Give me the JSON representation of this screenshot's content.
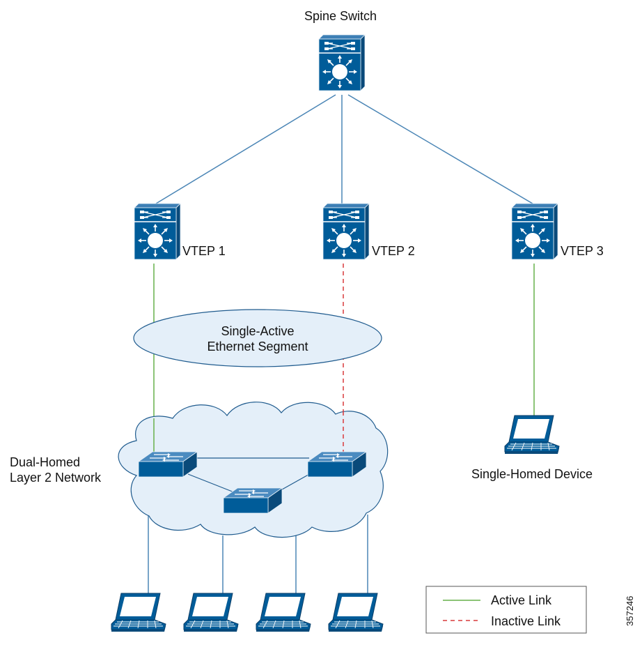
{
  "labels": {
    "spine": "Spine Switch",
    "vtep1": "VTEP 1",
    "vtep2": "VTEP 2",
    "vtep3": "VTEP 3",
    "segment_line1": "Single-Active",
    "segment_line2": "Ethernet Segment",
    "l2_line1": "Dual-Homed",
    "l2_line2": "Layer 2 Network",
    "single_homed": "Single-Homed Device"
  },
  "legend": {
    "active": "Active Link",
    "inactive": "Inactive Link"
  },
  "figure_id": "357246",
  "colors": {
    "device_blue": "#005c99",
    "device_stroke": "#0a3d66",
    "link_blue": "#4a85b5",
    "active_green": "#66b04a",
    "inactive_red": "#d9383a",
    "cloud_fill": "#e4eff9",
    "cloud_stroke": "#1f5b8e"
  },
  "icons": {
    "spine": "multilayer-switch-icon",
    "vteps": "multilayer-switch-icon",
    "l2_switches": "workgroup-switch-icon",
    "hosts": "laptop-icon"
  }
}
